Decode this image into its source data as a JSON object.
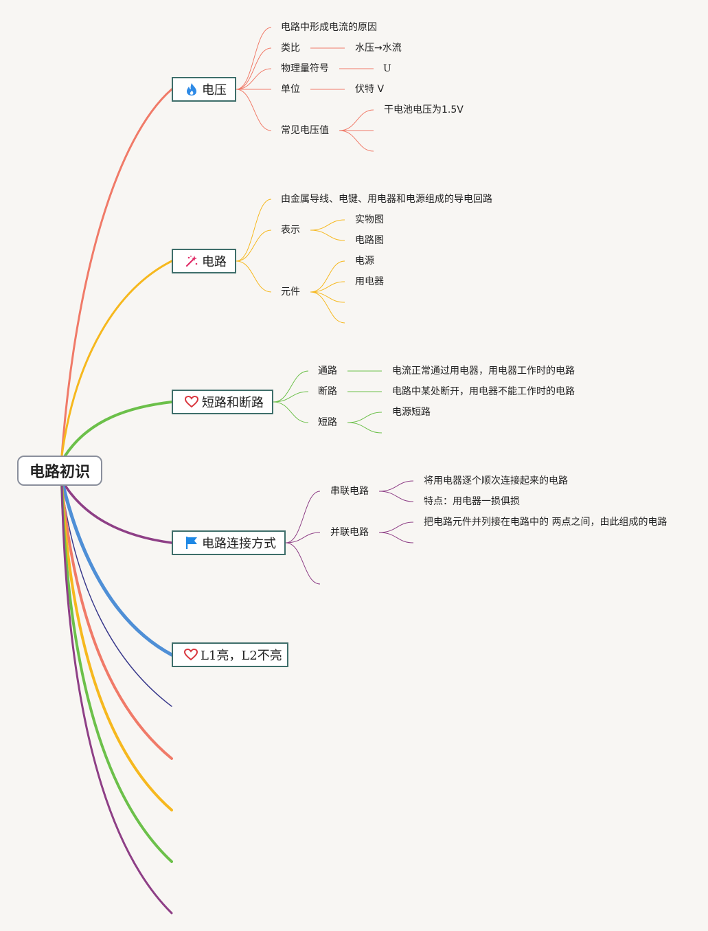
{
  "root": {
    "label": "电路初识"
  },
  "branches": {
    "voltage": {
      "label": "电压",
      "icon": "flame-icon",
      "color": "#f07a68",
      "children": {
        "cause": "电路中形成电流的原因",
        "analogy": {
          "label": "类比",
          "value": "水压→水流"
        },
        "symbol": {
          "label": "物理量符号",
          "value": "U"
        },
        "unit": {
          "label": "单位",
          "value": "伏特 V"
        },
        "common": {
          "label": "常见电压值",
          "values": [
            "干电池电压为1.5V"
          ]
        }
      }
    },
    "circuit": {
      "label": "电路",
      "icon": "magic-wand-icon",
      "color": "#f6b81e",
      "children": {
        "definition": "由金属导线、电键、用电器和电源组成的导电回路",
        "representation": {
          "label": "表示",
          "values": [
            "实物图",
            "电路图"
          ]
        },
        "components": {
          "label": "元件",
          "values": [
            "电源",
            "用电器"
          ]
        }
      }
    },
    "short_open": {
      "label": "短路和断路",
      "icon": "heart-icon",
      "color": "#6cc04a",
      "children": {
        "closed": {
          "label": "通路",
          "value": "电流正常通过用电器，用电器工作时的电路"
        },
        "open": {
          "label": "断路",
          "value": "电路中某处断开，用电器不能工作时的电路"
        },
        "short": {
          "label": "短路",
          "values": [
            "电源短路"
          ]
        }
      }
    },
    "connection": {
      "label": "电路连接方式",
      "icon": "flag-icon",
      "color": "#8e3f86",
      "children": {
        "series": {
          "label": "串联电路",
          "values": [
            "将用电器逐个顺次连接起来的电路",
            "特点：用电器一损俱损"
          ]
        },
        "parallel": {
          "label": "并联电路",
          "values": [
            "把电路元件并列接在电路中的 两点之间，由此组成的电路"
          ]
        }
      }
    },
    "lamp": {
      "label": "L1亮，L2不亮",
      "icon": "heart-icon",
      "color": "#4f8fd6"
    }
  },
  "colors": {
    "topic_border": "#3e6e6a",
    "flame": "#2e8ae6",
    "wand": "#e0306a",
    "heart": "#d9363e",
    "flag": "#1e88e5",
    "extra_branches": [
      "#3a3a8c",
      "#f07a68",
      "#f6b81e",
      "#6cc04a",
      "#8e3f86"
    ]
  }
}
